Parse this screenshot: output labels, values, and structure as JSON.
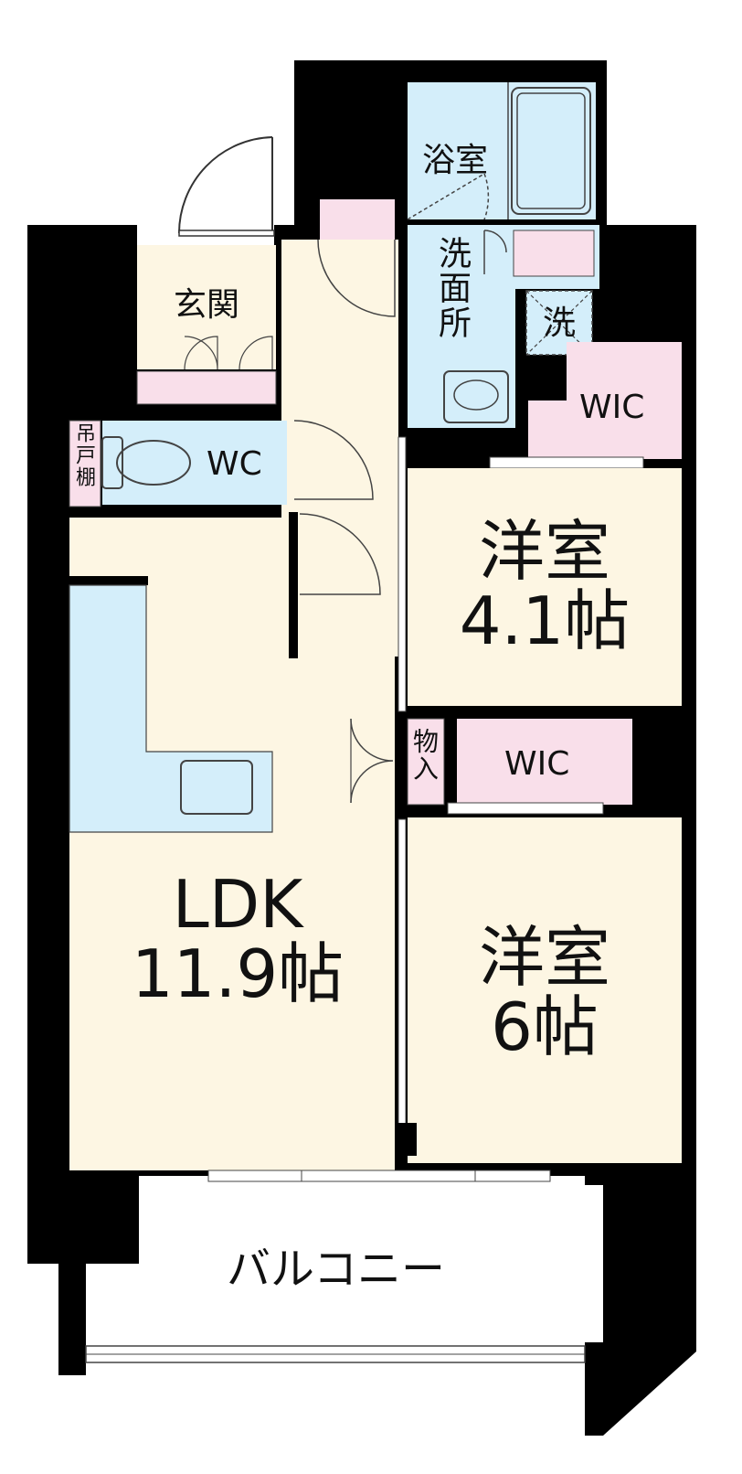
{
  "colors": {
    "wall": "#000000",
    "floor_room": "#fdf6e3",
    "floor_wet": "#d4eefa",
    "storage": "#f9dfea",
    "counter": "#d4eefa",
    "fixture_stroke": "#444444"
  },
  "rooms": {
    "bath": "浴室",
    "washroom": "洗面所",
    "washer": "洗",
    "entrance": "玄関",
    "toilet": "WC",
    "hanging_shelf": "吊戸棚",
    "wic_top": "WIC",
    "bedroom_a_name": "洋室",
    "bedroom_a_size": "4.1帖",
    "storage_small": "物入",
    "wic_mid": "WIC",
    "ldk_name": "LDK",
    "ldk_size": "11.9帖",
    "bedroom_b_name": "洋室",
    "bedroom_b_size": "6帖",
    "balcony": "バルコニー"
  }
}
